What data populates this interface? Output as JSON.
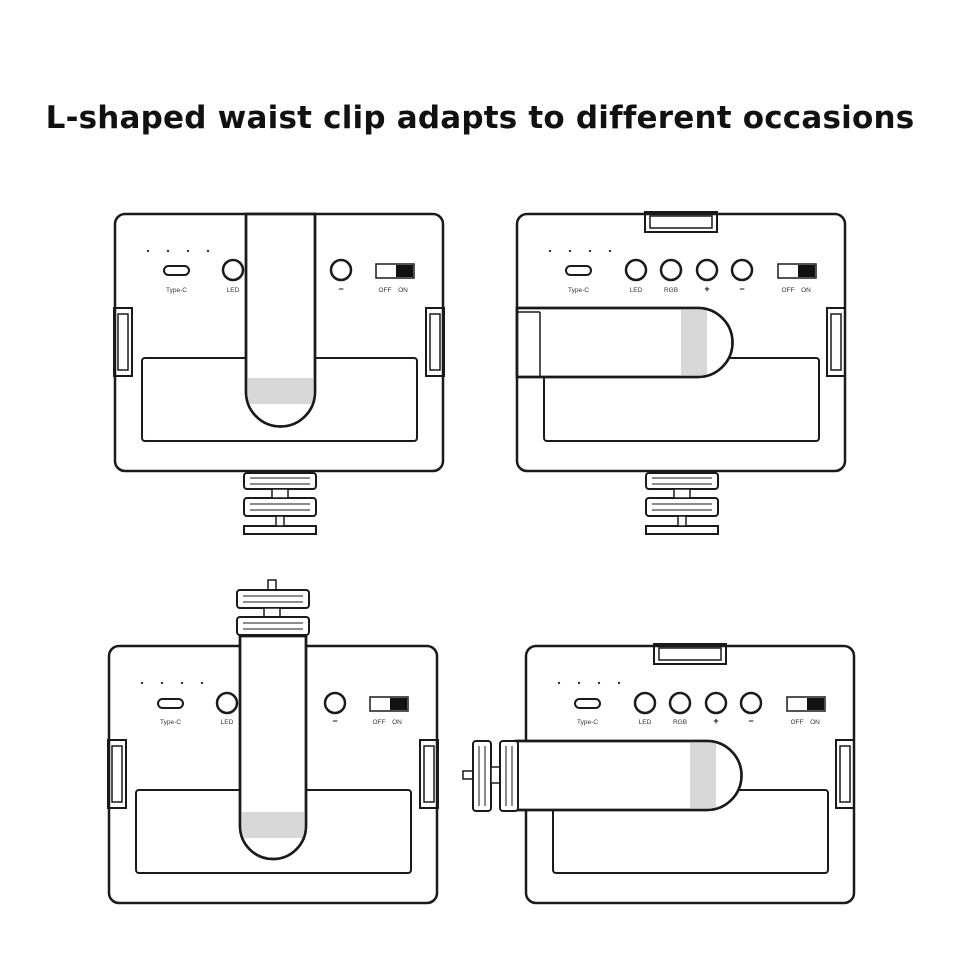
{
  "title": "L-shaped waist clip adapts to different occasions",
  "labels": {
    "type_c": "Type-C",
    "led": "LED",
    "rgb": "RGB",
    "plus": "+",
    "minus": "−",
    "off": "OFF",
    "on": "ON"
  },
  "illustrations": [
    {
      "name": "clip-vertical-mount-bottom"
    },
    {
      "name": "clip-horizontal-mount-bottom"
    },
    {
      "name": "clip-vertical-mount-top"
    },
    {
      "name": "clip-horizontal-mount-side"
    }
  ],
  "colors": {
    "line": "#1a1a1a",
    "background": "#ffffff"
  }
}
